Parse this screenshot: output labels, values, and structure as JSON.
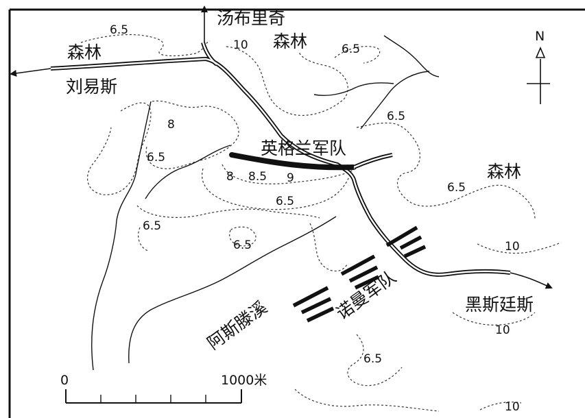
{
  "map": {
    "place_names": {
      "forest_top_left": "森林",
      "lewes": "刘易斯",
      "tombridge": "汤布里奇",
      "forest_top_center": "森林",
      "forest_right": "森林",
      "english_army": "英格兰军队",
      "norman_army": "诺曼军队",
      "ashdown_stream": "阿斯滕溪",
      "hastings": "黑斯廷斯"
    },
    "contour_labels": [
      "6.5",
      "10",
      "6.5",
      "8",
      "6.5",
      "6.5",
      "8",
      "8.5",
      "9",
      "6.5",
      "6.5",
      "6.5",
      "6.5",
      "10",
      "10",
      "6.5",
      "10"
    ],
    "north_arrow": {
      "label": "N"
    },
    "scale_bar": {
      "start": "0",
      "end": "1000米"
    }
  }
}
